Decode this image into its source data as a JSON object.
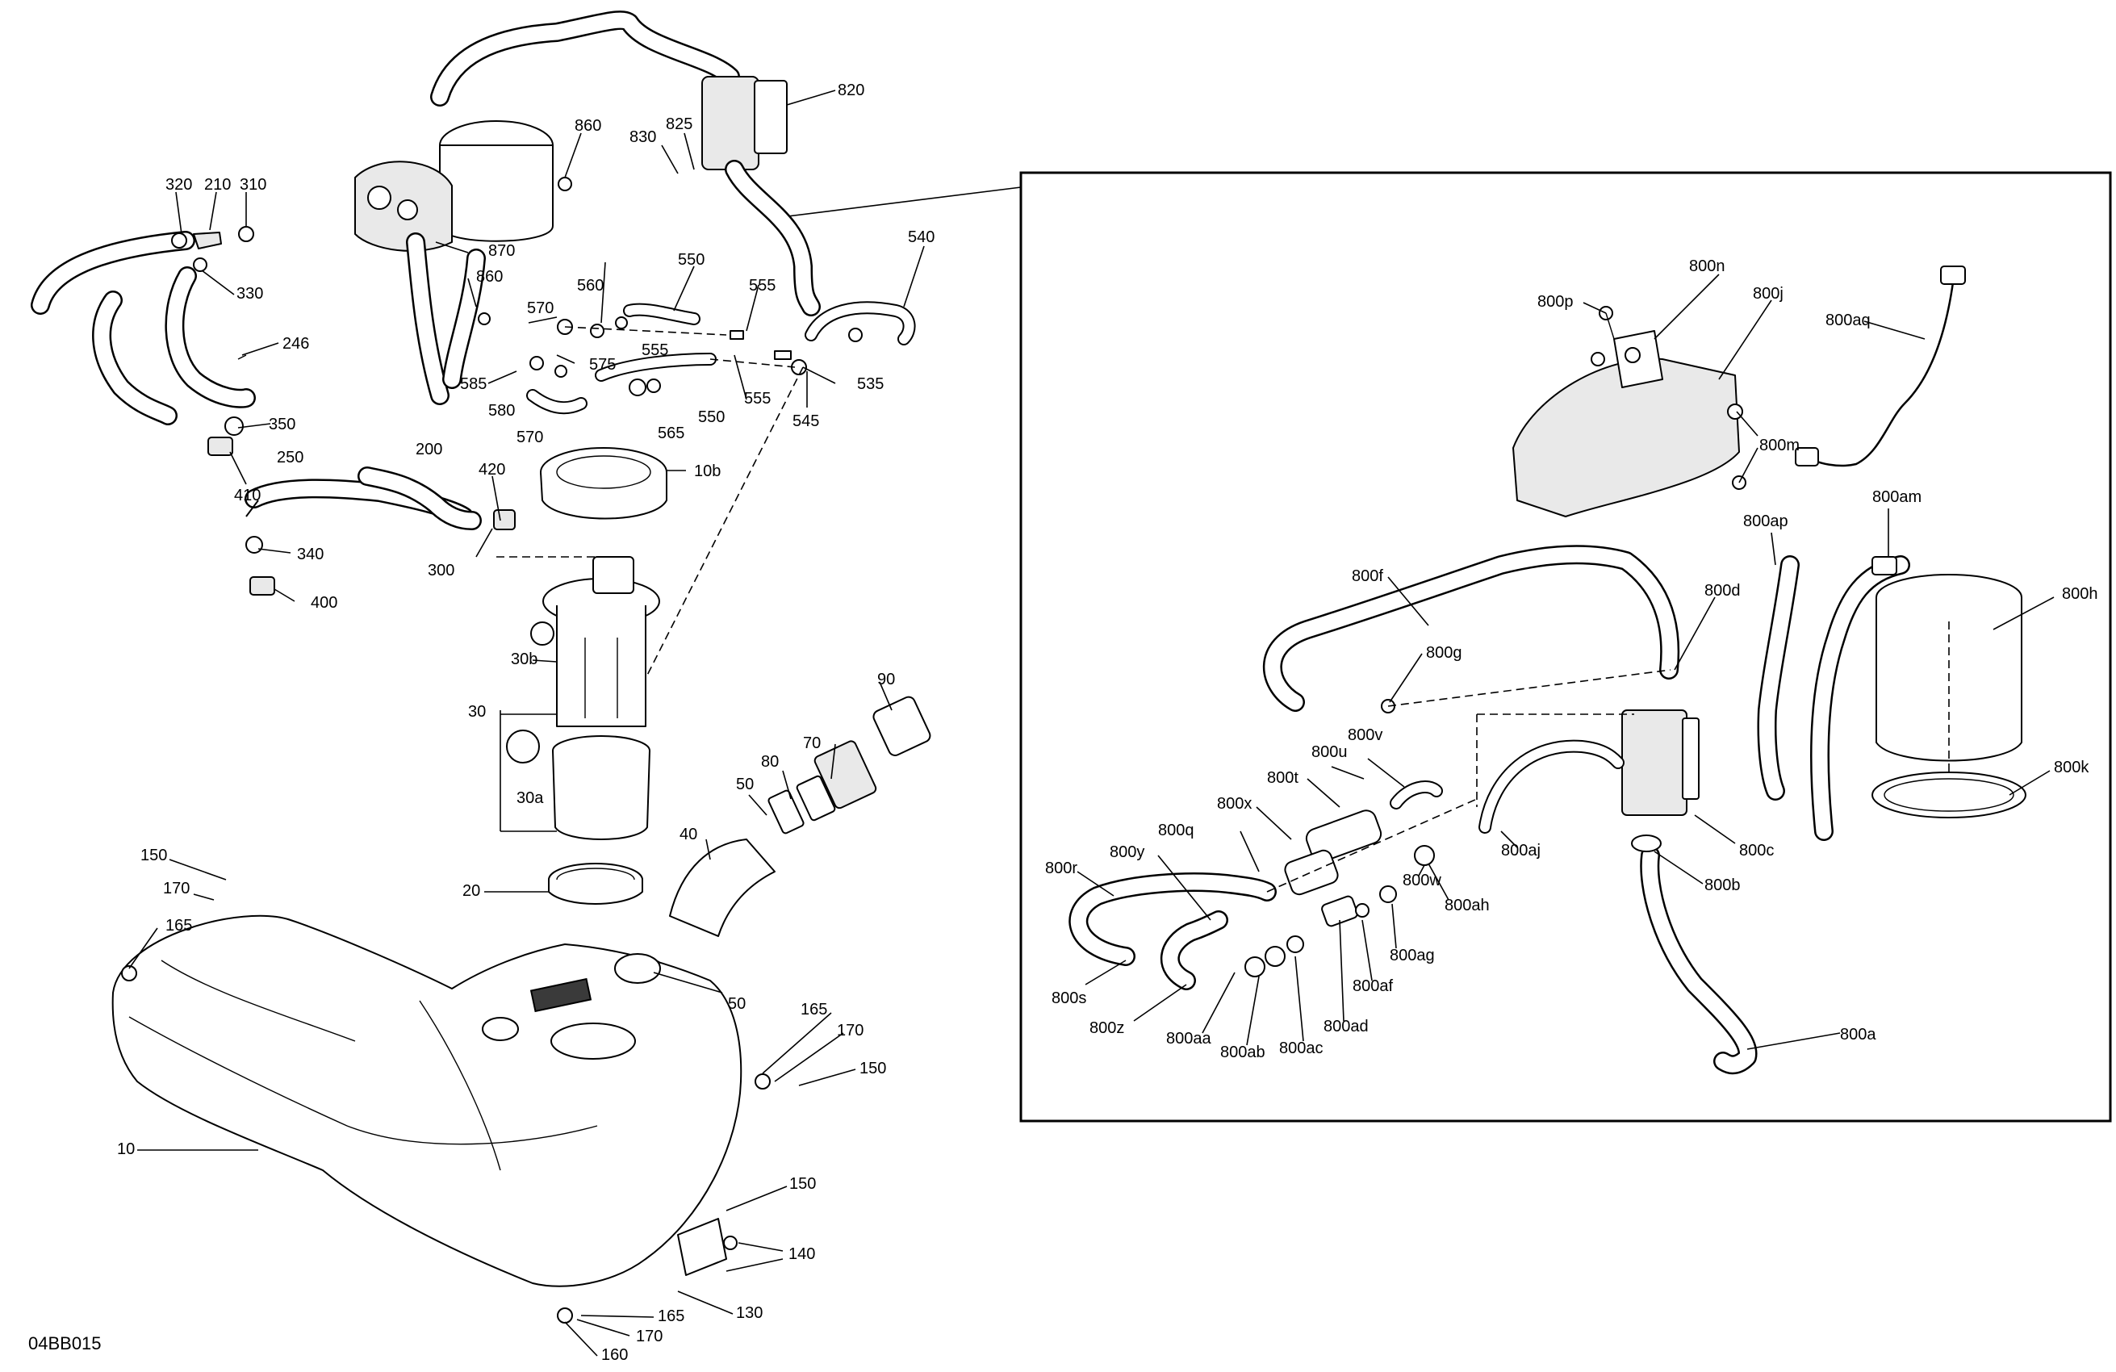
{
  "drawing_code": "04BB015",
  "callouts_main": {
    "c820": "820",
    "c825": "825",
    "c830": "830",
    "c860a": "860",
    "c860b": "860",
    "c870": "870",
    "c320": "320",
    "c210": "210",
    "c310": "310",
    "c330": "330",
    "c246": "246",
    "c350": "350",
    "c410": "410",
    "c250": "250",
    "c200": "200",
    "c420": "420",
    "c300": "300",
    "c340": "340",
    "c400": "400",
    "c550a": "550",
    "c550b": "550",
    "c555a": "555",
    "c555b": "555",
    "c555c": "555",
    "c560": "560",
    "c570a": "570",
    "c570b": "570",
    "c575": "575",
    "c585": "585",
    "c580": "580",
    "c565": "565",
    "c545": "545",
    "c535": "535",
    "c540": "540",
    "c10b": "10b",
    "c30b": "30b",
    "c30": "30",
    "c30a": "30a",
    "c90": "90",
    "c70": "70",
    "c80": "80",
    "c50a": "50",
    "c40": "40",
    "c20": "20",
    "c50b": "50",
    "c150a": "150",
    "c170a": "170",
    "c165a": "165",
    "c165b": "165",
    "c170b": "170",
    "c150b": "150",
    "c10": "10",
    "c150c": "150",
    "c140": "140",
    "c130": "130",
    "c165c": "165",
    "c170c": "170",
    "c160": "160"
  },
  "callouts_detail": {
    "d800n": "800n",
    "d800p": "800p",
    "d800j": "800j",
    "d800aq": "800aq",
    "d800m": "800m",
    "d800ap": "800ap",
    "d800am": "800am",
    "d800f": "800f",
    "d800d": "800d",
    "d800h": "800h",
    "d800g": "800g",
    "d800u": "800u",
    "d800v": "800v",
    "d800t": "800t",
    "d800x": "800x",
    "d800q": "800q",
    "d800r": "800r",
    "d800y": "800y",
    "d800k": "800k",
    "d800aj": "800aj",
    "d800c": "800c",
    "d800w": "800w",
    "d800ah": "800ah",
    "d800b": "800b",
    "d800s": "800s",
    "d800ag": "800ag",
    "d800af": "800af",
    "d800z": "800z",
    "d800aa": "800aa",
    "d800ad": "800ad",
    "d800ab": "800ab",
    "d800ac": "800ac",
    "d800a": "800a"
  }
}
